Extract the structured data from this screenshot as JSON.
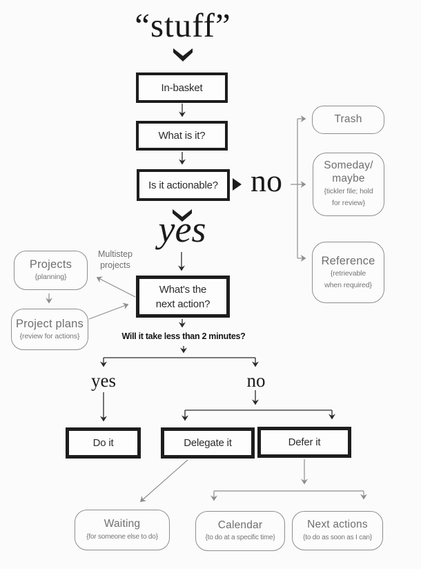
{
  "diagram": {
    "title": "“stuff”",
    "process": {
      "in_basket": "In-basket",
      "what_is_it": "What is it?",
      "is_it_actionable": "Is it actionable?",
      "next_action_line1": "What's the",
      "next_action_line2": "next action?",
      "do_it": "Do it",
      "delegate_it": "Delegate it",
      "defer_it": "Defer it"
    },
    "decisions": {
      "no_actionable": "no",
      "yes_actionable": "yes",
      "question_two_minutes": "Will it take less than 2 minutes?",
      "yes_two_minutes": "yes",
      "no_two_minutes": "no"
    },
    "annotations": {
      "multistep_line1": "Multistep",
      "multistep_line2": "projects"
    },
    "terminals": {
      "trash": {
        "title": "Trash"
      },
      "someday_maybe": {
        "title_line1": "Someday/",
        "title_line2": "maybe",
        "note_line1": "{tickler file; hold",
        "note_line2": "for review}"
      },
      "reference": {
        "title": "Reference",
        "note_line1": "{retrievable",
        "note_line2": "when required}"
      },
      "projects": {
        "title": "Projects",
        "note": "{planning}"
      },
      "project_plans": {
        "title": "Project plans",
        "note": "{review for actions}"
      },
      "waiting": {
        "title": "Waiting",
        "note": "{for someone else to do}"
      },
      "calendar": {
        "title": "Calendar",
        "note": "{to do at a specific time}"
      },
      "next_actions": {
        "title": "Next actions",
        "note": "{to do as soon as I can}"
      }
    },
    "colors": {
      "ink": "#1d1d1d",
      "line_gray": "#8d8d8d",
      "text_gray": "#6f6f6f",
      "background": "#fbfbfb"
    }
  }
}
